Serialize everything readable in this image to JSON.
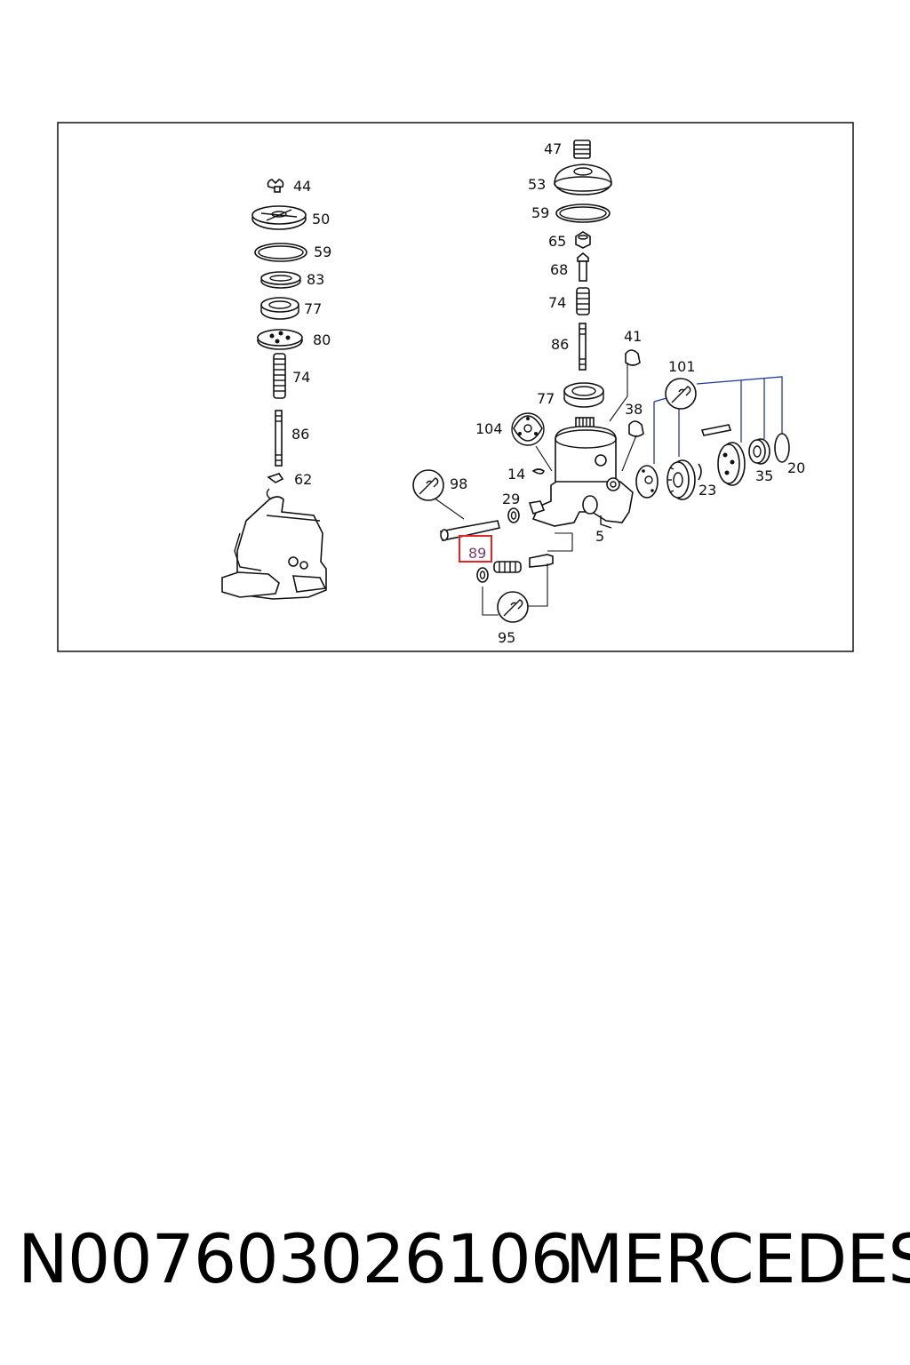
{
  "diagram": {
    "callouts": {
      "c44": "44",
      "c50": "50",
      "c59a": "59",
      "c83": "83",
      "c77a": "77",
      "c80": "80",
      "c74a": "74",
      "c86a": "86",
      "c62": "62",
      "c47": "47",
      "c53": "53",
      "c59b": "59",
      "c65": "65",
      "c68": "68",
      "c74b": "74",
      "c86b": "86",
      "c41": "41",
      "c101": "101",
      "c77b": "77",
      "c38": "38",
      "c104": "104",
      "c14": "14",
      "c98": "98",
      "c29": "29",
      "c5": "5",
      "c23": "23",
      "c35": "35",
      "c20": "20",
      "c95": "95"
    },
    "highlighted_callout": "89",
    "highlight_color": "#e0262b"
  },
  "footer": {
    "part_number": "N007603026106",
    "brand": "MERCEDES"
  }
}
